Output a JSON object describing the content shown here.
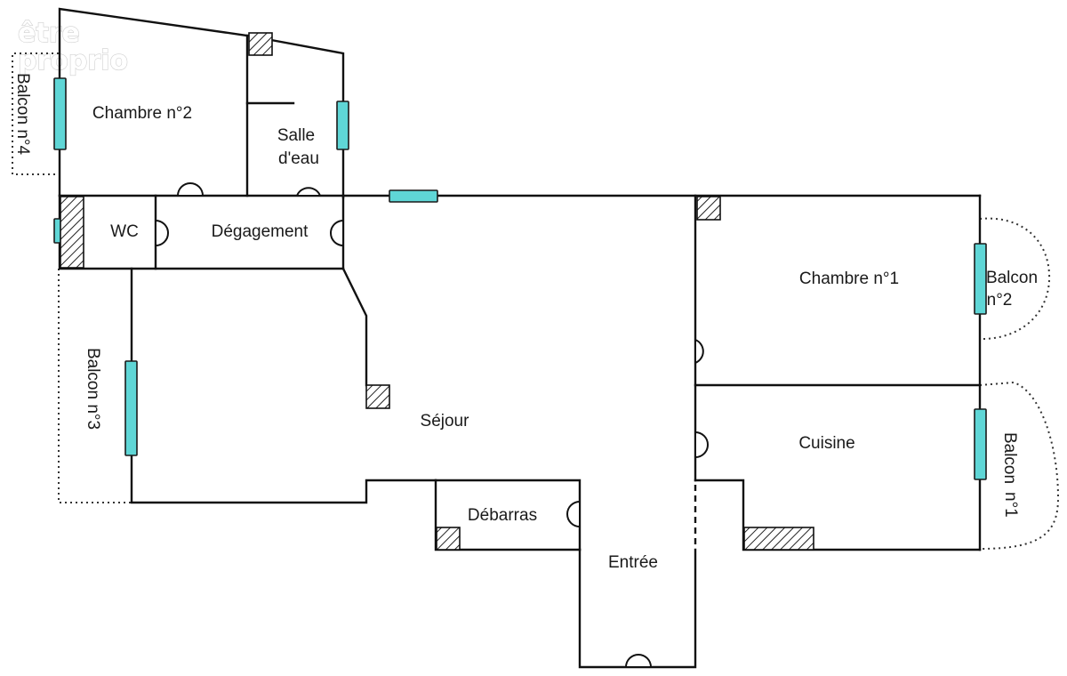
{
  "watermark": {
    "line1": "être",
    "line2": "proprio"
  },
  "rooms": {
    "chambre2": "Chambre n°2",
    "salle_deau_line1": "Salle",
    "salle_deau_line2": "d'eau",
    "wc": "WC",
    "degagement": "Dégagement",
    "chambre1": "Chambre n°1",
    "sejour": "Séjour",
    "cuisine": "Cuisine",
    "debarras": "Débarras",
    "entree": "Entrée"
  },
  "balconies": {
    "balcon1_line1": "Balcon",
    "balcon1_line2": "n°1",
    "balcon2_line1": "Balcon",
    "balcon2_line2": "n°2",
    "balcon3": "Balcon n°3",
    "balcon4": "Balcon n°4"
  },
  "colors": {
    "window_fill": "#5fd6d6",
    "wall": "#111111",
    "background": "#ffffff"
  }
}
